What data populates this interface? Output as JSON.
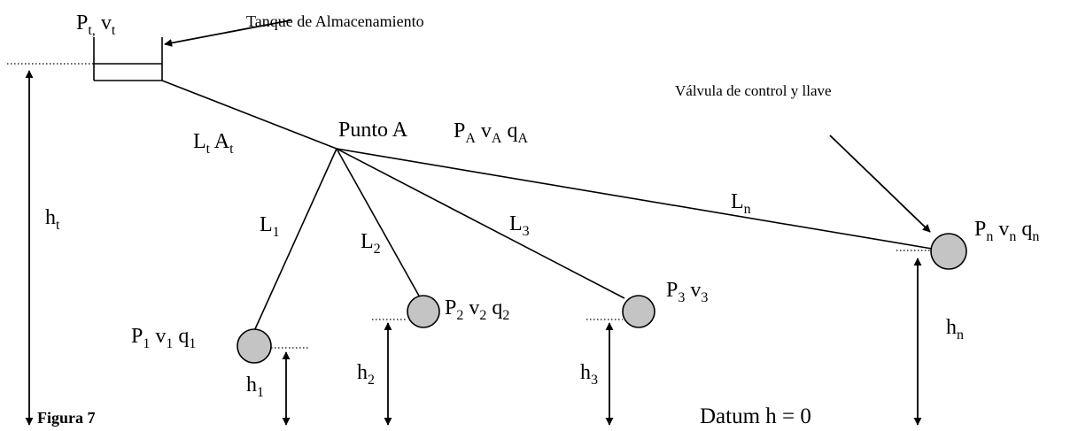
{
  "tank_label": "Tanque de Almacenamiento",
  "valve_label": "Válvula de control y llave",
  "figure_label": "Figura 7",
  "datum_label": "Datum h = 0",
  "point_a_label": "Punto A",
  "tank_state": {
    "p": "P",
    "p_sub": "t,",
    "v": " v",
    "v_sub": "t"
  },
  "point_a_state": {
    "p": "P",
    "p_sub": "A",
    "v": " v",
    "v_sub": "A",
    "q": " q",
    "q_sub": "A"
  },
  "main_pipe": {
    "l": "L",
    "l_sub": "t",
    "a": " A",
    "a_sub": "t"
  },
  "pipes": [
    {
      "l": "L",
      "sub": "1"
    },
    {
      "l": "L",
      "sub": "2"
    },
    {
      "l": "L",
      "sub": "3"
    },
    {
      "l": "L",
      "sub": "n"
    }
  ],
  "nodes": [
    {
      "p": "P",
      "p_sub": "1",
      "v": " v",
      "v_sub": "1",
      "q": " q",
      "q_sub": "1"
    },
    {
      "p": "P",
      "p_sub": "2",
      "v": " v",
      "v_sub": "2",
      "q": " q",
      "q_sub": "2"
    },
    {
      "p": "P",
      "p_sub": "3",
      "v": " v",
      "v_sub": "3"
    },
    {
      "p": "P",
      "p_sub": "n",
      "v": " v",
      "v_sub": "n",
      "q": " q",
      "q_sub": "n"
    }
  ],
  "heights": [
    {
      "h": "h",
      "sub": "t"
    },
    {
      "h": "h",
      "sub": "1"
    },
    {
      "h": "h",
      "sub": "2"
    },
    {
      "h": "h",
      "sub": "3"
    },
    {
      "h": "h",
      "sub": "n"
    }
  ]
}
